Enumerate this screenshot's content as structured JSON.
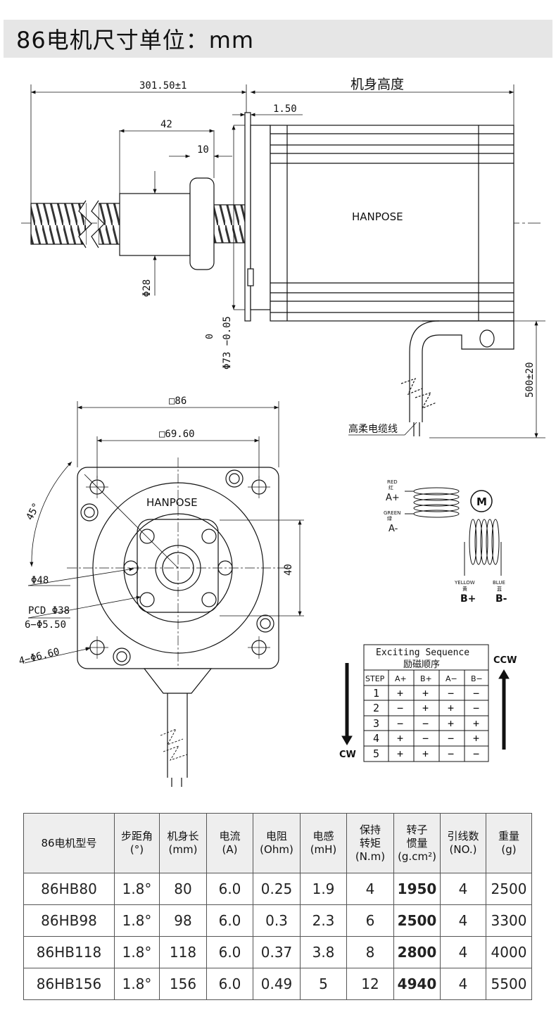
{
  "title": "86电机尺寸单位：mm",
  "brand": "HANPOSE",
  "side_view": {
    "dim_total": "301.50±1",
    "dim_body": "机身高度",
    "dim_flange": "1.50",
    "dim_nut_len": "42",
    "dim_nut_flange": "10",
    "dim_nut_dia": "Φ28",
    "dim_pilot": "Φ73 −0.05",
    "dim_pilot_tol": "0",
    "dim_cable": "500±20",
    "cable_label": "高柔电缆线"
  },
  "front_view": {
    "dim_frame": "□86",
    "dim_holes": "□69.60",
    "angle": "45°",
    "dim_boss": "Φ48",
    "dim_pcd": "PCD Φ38",
    "dim_nut_holes": "6−Φ5.50",
    "dim_mount_holes": "4−Φ6.60",
    "dim_40": "40"
  },
  "wiring": {
    "red_en": "RED",
    "red_cn": "红",
    "a_plus": "A+",
    "green_en": "GREEN",
    "green_cn": "绿",
    "a_minus": "A-",
    "yellow_en": "YELLOW",
    "yellow_cn": "黄",
    "b_plus": "B+",
    "blue_en": "BLUE",
    "blue_cn": "蓝",
    "b_minus": "B-",
    "motor": "M"
  },
  "sequence": {
    "title_en": "Exciting Sequence",
    "title_cn": "励磁顺序",
    "headers": [
      "STEP",
      "A+",
      "B+",
      "A−",
      "B−"
    ],
    "rows": [
      [
        "1",
        "+",
        "+",
        "−",
        "−"
      ],
      [
        "2",
        "−",
        "+",
        "+",
        "−"
      ],
      [
        "3",
        "−",
        "−",
        "+",
        "+"
      ],
      [
        "4",
        "+",
        "−",
        "−",
        "+"
      ],
      [
        "5",
        "+",
        "+",
        "−",
        "−"
      ]
    ],
    "ccw": "CCW",
    "cw": "CW"
  },
  "table": {
    "headers": [
      [
        "86电机型号"
      ],
      [
        "步距角",
        "(°)"
      ],
      [
        "机身长",
        "(mm)"
      ],
      [
        "电流",
        "(A)"
      ],
      [
        "电阻",
        "(Ohm)"
      ],
      [
        "电感",
        "(mH)"
      ],
      [
        "保持",
        "转矩",
        "(N.m)"
      ],
      [
        "转子",
        "惯量",
        "(g.cm²)"
      ],
      [
        "引线数",
        "(NO.)"
      ],
      [
        "重量",
        "(g)"
      ]
    ],
    "rows": [
      [
        "86HB80",
        "1.8°",
        "80",
        "6.0",
        "0.25",
        "1.9",
        "4",
        "1950",
        "4",
        "2500"
      ],
      [
        "86HB98",
        "1.8°",
        "98",
        "6.0",
        "0.3",
        "2.3",
        "6",
        "2500",
        "4",
        "3300"
      ],
      [
        "86HB118",
        "1.8°",
        "118",
        "6.0",
        "0.37",
        "3.8",
        "8",
        "2800",
        "4",
        "4000"
      ],
      [
        "86HB156",
        "1.8°",
        "156",
        "6.0",
        "0.49",
        "5",
        "12",
        "4940",
        "4",
        "5500"
      ]
    ]
  }
}
